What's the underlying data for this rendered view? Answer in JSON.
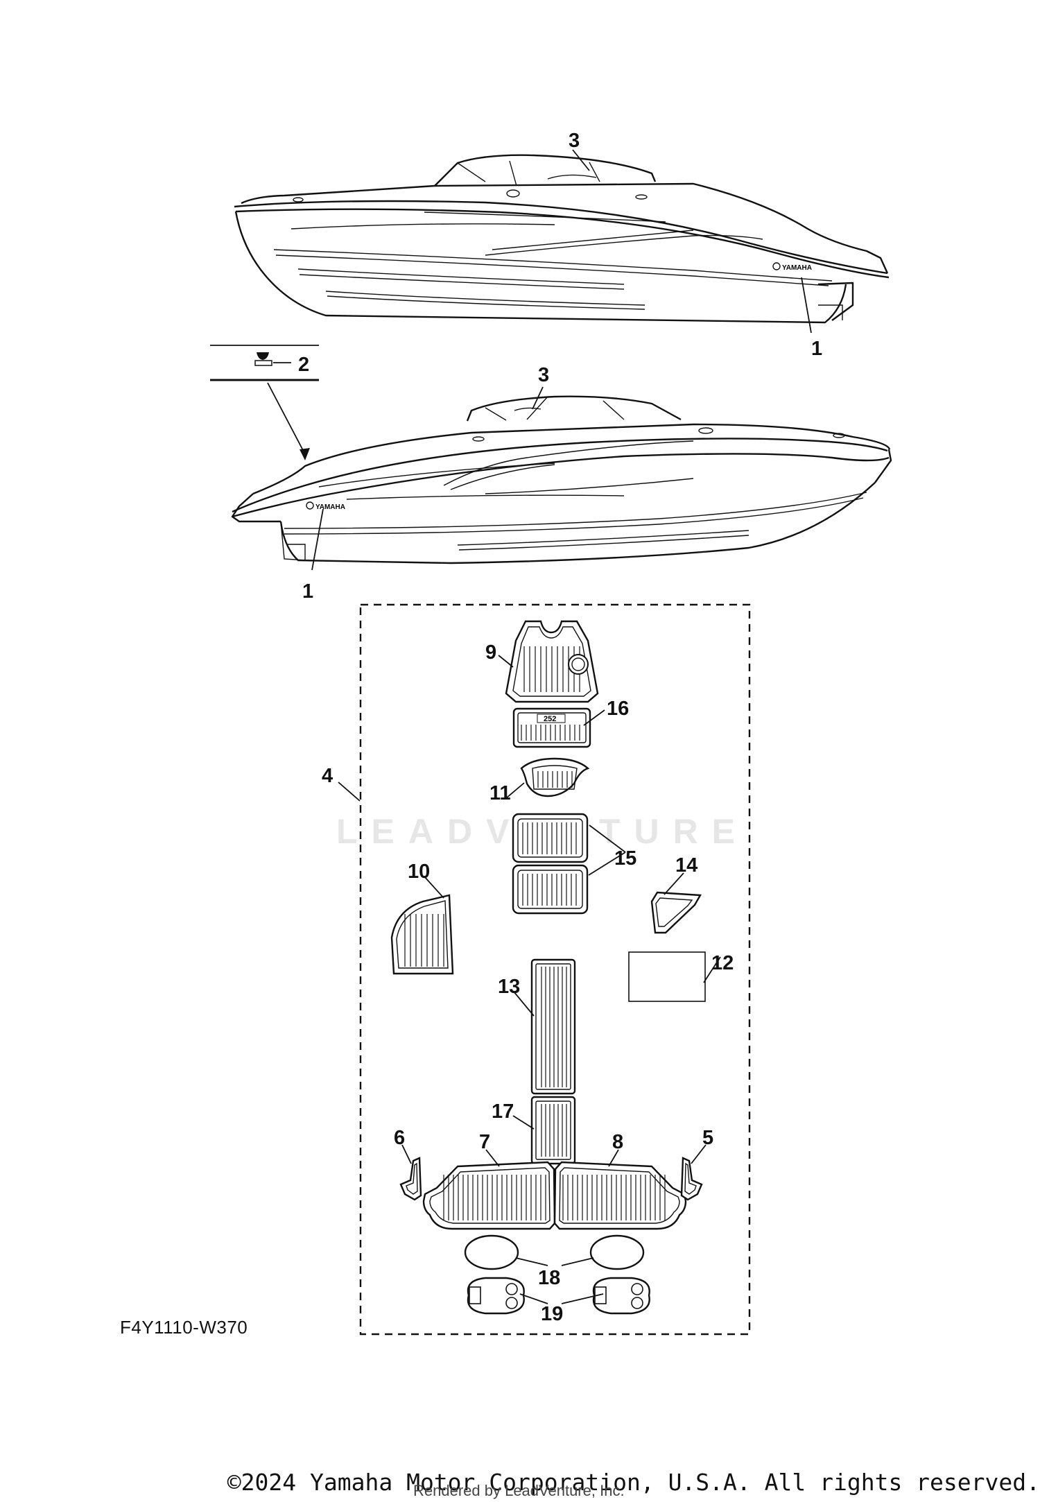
{
  "diagram": {
    "code": "F4Y1110-W370",
    "watermark": "LEADVENTURE",
    "brand_text": "YAMAHA",
    "tile_text": "252",
    "callouts": [
      "1",
      "1",
      "2",
      "3",
      "3",
      "4",
      "5",
      "6",
      "7",
      "8",
      "9",
      "10",
      "11",
      "12",
      "13",
      "14",
      "15",
      "16",
      "17",
      "18",
      "19"
    ]
  },
  "footer": {
    "copyright": "©2024 Yamaha Motor Corporation, U.S.A. All rights reserved.",
    "rendered_by": "Rendered by LeadVenture, Inc."
  }
}
